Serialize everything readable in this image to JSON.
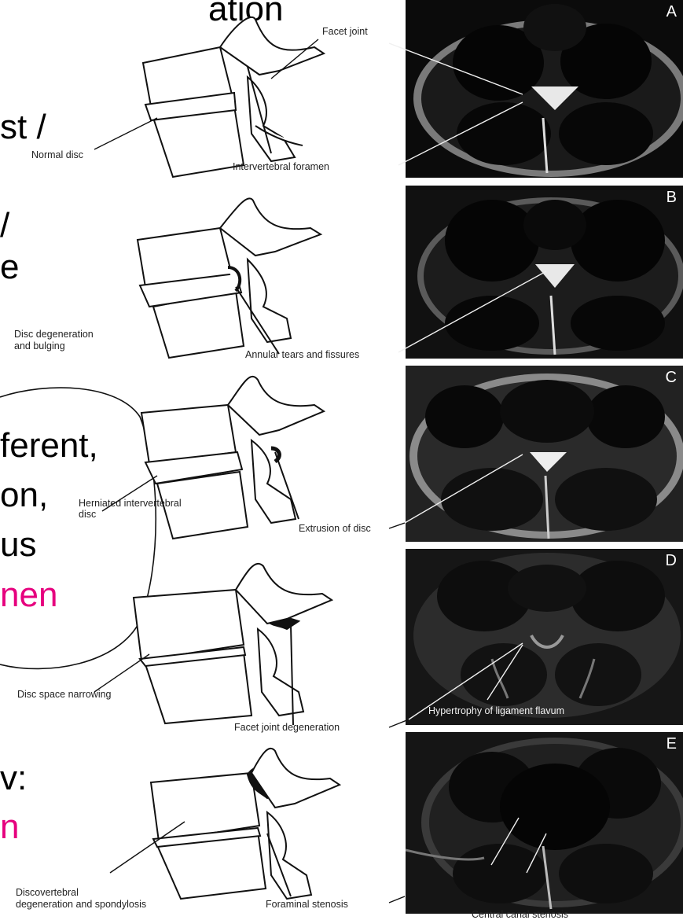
{
  "slide": {
    "text_fragments": [
      {
        "id": "t1",
        "text": "ation"
      },
      {
        "id": "t2",
        "text": "st /"
      },
      {
        "id": "t3",
        "text": "/"
      },
      {
        "id": "t4",
        "text": "e"
      },
      {
        "id": "t5",
        "text": "ferent,"
      },
      {
        "id": "t6",
        "text": "on,"
      },
      {
        "id": "t7",
        "text": "us"
      },
      {
        "id": "t8",
        "text": "nen"
      },
      {
        "id": "t9",
        "text": "v:"
      },
      {
        "id": "t10",
        "text": "n"
      }
    ],
    "accent_color": "#e6007e"
  },
  "panels": [
    {
      "letter": "A",
      "labels": {
        "facet_joint": "Facet joint",
        "normal_disc": "Normal disc",
        "foramen": "Intervertebral foramen"
      }
    },
    {
      "letter": "B",
      "labels": {
        "degeneration_1": "Disc degeneration",
        "degeneration_2": "and bulging",
        "annular": "Annular tears and fissures"
      }
    },
    {
      "letter": "C",
      "labels": {
        "herniated_1": "Herniated intervertebral",
        "herniated_2": "disc",
        "extrusion": "Extrusion of disc"
      }
    },
    {
      "letter": "D",
      "labels": {
        "narrowing": "Disc space narrowing",
        "facet_degeneration": "Facet joint degeneration",
        "hypertrophy": "Hypertrophy of ligament flavum"
      }
    },
    {
      "letter": "E",
      "labels": {
        "discovertebral_1": "Discovertebral",
        "discovertebral_2": "degeneration and spondylosis",
        "foraminal": "Foraminal stenosis",
        "central": "Central canal stenosis"
      }
    }
  ]
}
